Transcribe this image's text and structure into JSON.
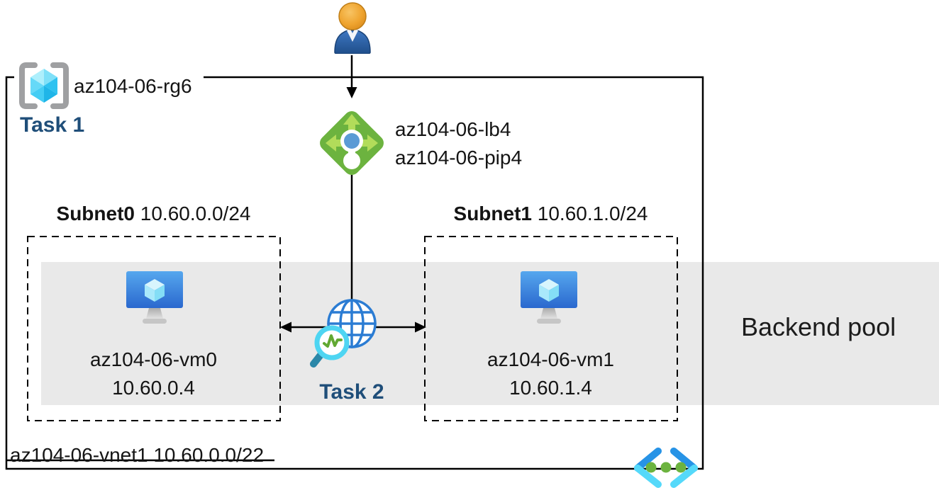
{
  "resource_group": {
    "name": "az104-06-rg6",
    "task_label": "Task 1"
  },
  "user": {
    "icon": "user-icon"
  },
  "load_balancer": {
    "icon": "load-balancer-icon",
    "name": "az104-06-lb4",
    "public_ip_name": "az104-06-pip4"
  },
  "subnets": [
    {
      "name": "Subnet0",
      "cidr": "10.60.0.0/24",
      "vm_name": "az104-06-vm0",
      "vm_ip": "10.60.0.4"
    },
    {
      "name": "Subnet1",
      "cidr": "10.60.1.0/24",
      "vm_name": "az104-06-vm1",
      "vm_ip": "10.60.1.4"
    }
  ],
  "monitoring": {
    "icon": "network-watcher-icon",
    "task_label": "Task 2"
  },
  "backend_pool": {
    "label": "Backend pool"
  },
  "vnet": {
    "name": "az104-06-vnet1",
    "cidr": "10.60.0.0/22",
    "icon": "virtual-network-icon"
  },
  "icons": [
    "resource-group-icon",
    "user-icon",
    "load-balancer-icon",
    "virtual-machine-icon",
    "network-watcher-icon",
    "virtual-network-icon"
  ],
  "colors": {
    "task_text": "#1F4E79",
    "backend_band": "#E9E9E9",
    "lb_diamond_green": "#6CB33F",
    "lb_arrow_green": "#B2DC5A",
    "lb_dot_blue": "#5B9BD5",
    "vm_monitor_blue": "#3B82DC",
    "cube_cyan": "#55D4F6",
    "globe_blue": "#2B7CD3",
    "magnifier_cyan": "#4ED5F2",
    "zigzag_green": "#61A832",
    "vnet_bracket_blue": "#2793E6",
    "vnet_bracket_cyan": "#55D9FA",
    "vnet_dot_green": "#6CB33F",
    "person_head_orange": "#EFA42F",
    "person_body_blue": "#2F67AE",
    "outline_black": "#000000"
  }
}
